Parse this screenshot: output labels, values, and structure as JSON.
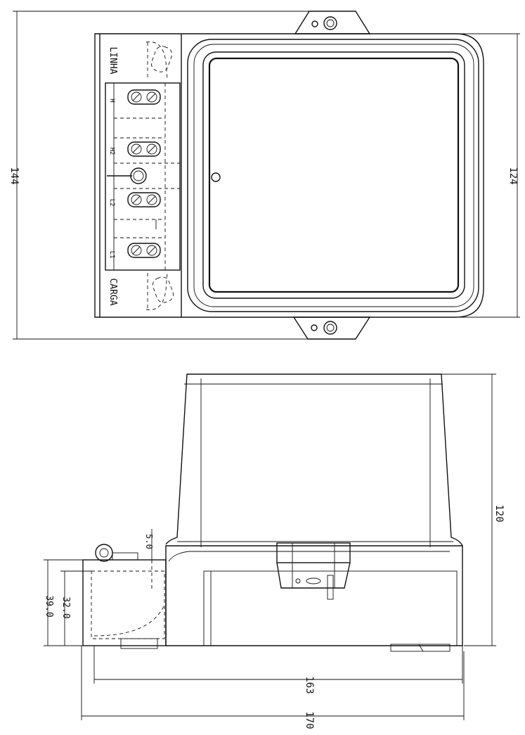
{
  "top_view": {
    "dimensions": {
      "height_total": "144",
      "height_inner": "124"
    },
    "labels": {
      "line": "LINHA",
      "load": "CARGA"
    },
    "terminal_codes": [
      "H",
      "H2",
      "L2",
      "L1"
    ]
  },
  "side_view": {
    "dimensions": {
      "height": "120",
      "depth_small": "5.0",
      "height_a": "32.0",
      "height_b": "39.0",
      "width_inner": "163",
      "width_total": "170"
    }
  }
}
